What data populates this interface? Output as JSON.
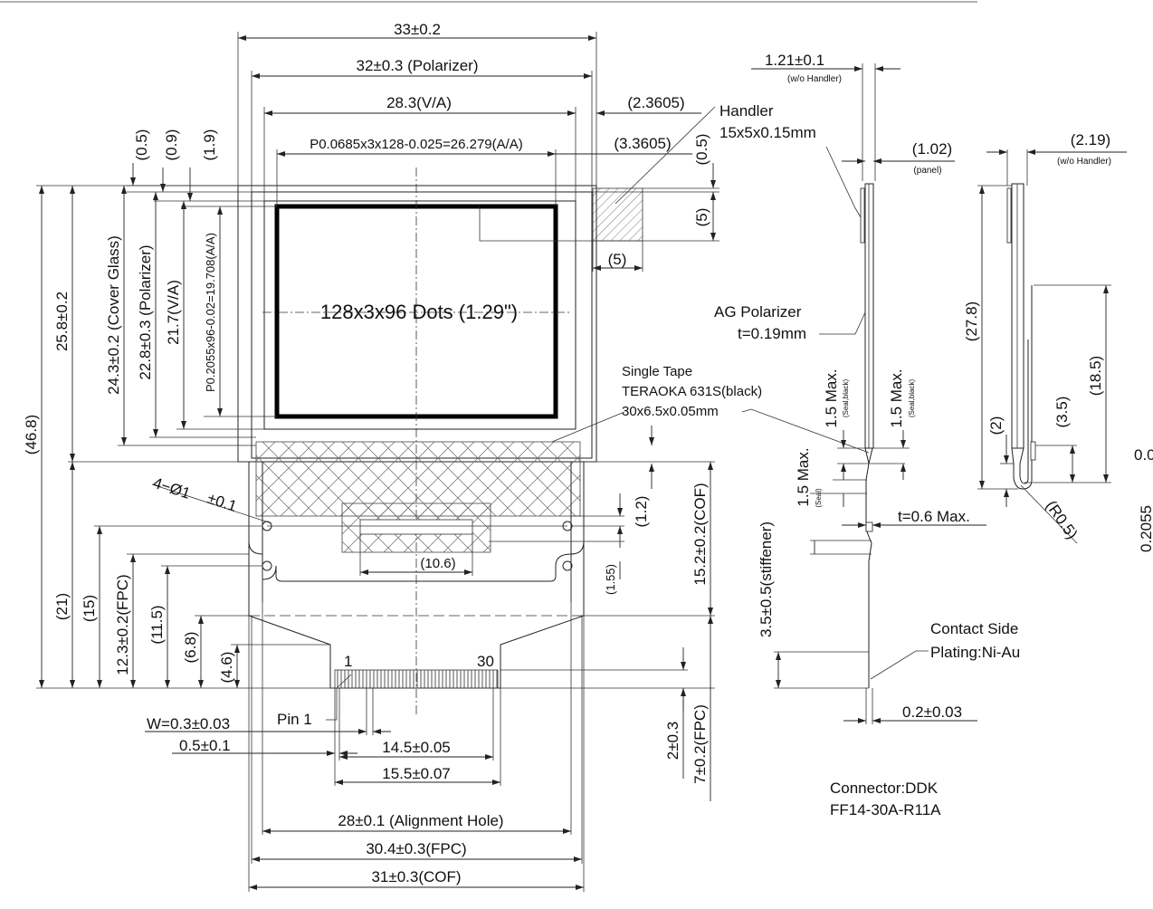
{
  "dims_top": {
    "cover_width": "33±0.2",
    "polarizer_width": "32±0.3 (Polarizer)",
    "va_width": "28.3(V/A)",
    "aa_width": "P0.0685x3x128-0.025=26.279(A/A)",
    "offset_2_3605": "(2.3605)",
    "offset_3_3605": "(3.3605)"
  },
  "dims_left": {
    "d0_5": "(0.5)",
    "d0_9": "(0.9)",
    "d1_9": "(1.9)",
    "total_46_8": "(46.8)",
    "h25_8": "25.8±0.2",
    "cover_glass": "24.3±0.2 (Cover Glass)",
    "polarizer_h": "22.8±0.3 (Polarizer)",
    "va_h": "21.7(V/A)",
    "aa_h": "P0.2055x96-0.02=19.708(A/A)",
    "d21": "(21)",
    "d15": "(15)",
    "fpc_12_3": "12.3±0.2(FPC)",
    "d11_5": "(11.5)",
    "d6_8": "(6.8)",
    "d4_6": "(4.6)"
  },
  "display_label": "128x3x96 Dots (1.29\")",
  "handler": {
    "title": "Handler",
    "size": "15x5x0.15mm",
    "d0_5": "(0.5)",
    "d5_v": "(5)",
    "d5_h": "(5)"
  },
  "tape": {
    "line1": "Single Tape",
    "line2": "TERAOKA 631S(black)",
    "line3": "30x6.5x0.05mm"
  },
  "holes": {
    "label": "4−Ø1",
    "tol": "±0.1"
  },
  "cof": {
    "d10_6": "(10.6)",
    "d1_2": "(1.2)",
    "d1_55": "(1.55)",
    "cof_h": "15.2±0.2(COF)"
  },
  "pins": {
    "first": "1",
    "last": "30",
    "pin1_label": "Pin 1",
    "w": "W=0.3±0.03",
    "p": "0.5±0.1",
    "d14_5": "14.5±0.05",
    "d15_5": "15.5±0.07",
    "d2_0_3": "2±0.3",
    "d7": "7±0.2(FPC)"
  },
  "dims_bottom": {
    "align": "28±0.1 (Alignment Hole)",
    "fpc": "30.4±0.3(FPC)",
    "cof": "31±0.3(COF)"
  },
  "side": {
    "t1_21": "1.21±0.1",
    "wo_handler": "(w/o Handler)",
    "t1_02": "(1.02)",
    "panel": "(panel)",
    "ag1": "AG Polarizer",
    "ag2": "t=0.19mm",
    "max1": "1.5 Max.",
    "seal_black": "(Seal,black)",
    "max2": "1.5 Max.",
    "seal_black2": "(Seal,black)",
    "max3": "1.5 Max.",
    "seal": "(Seal)",
    "t0_6": "t=0.6 Max.",
    "stiffener": "3.5±0.5(stiffener)",
    "contact1": "Contact Side",
    "contact2": "Plating:Ni-Au",
    "t0_2": "0.2±0.03",
    "connector1": "Connector:DDK",
    "connector2": "FF14-30A-R11A"
  },
  "bent": {
    "d2_19": "(2.19)",
    "wo_handler": "(w/o Handler)",
    "d27_8": "(27.8)",
    "d18_5": "(18.5)",
    "d2": "(2)",
    "d3_5": "(3.5)",
    "r0_5": "(R0.5)",
    "edge1": "0.0",
    "edge2": "0.2055"
  }
}
